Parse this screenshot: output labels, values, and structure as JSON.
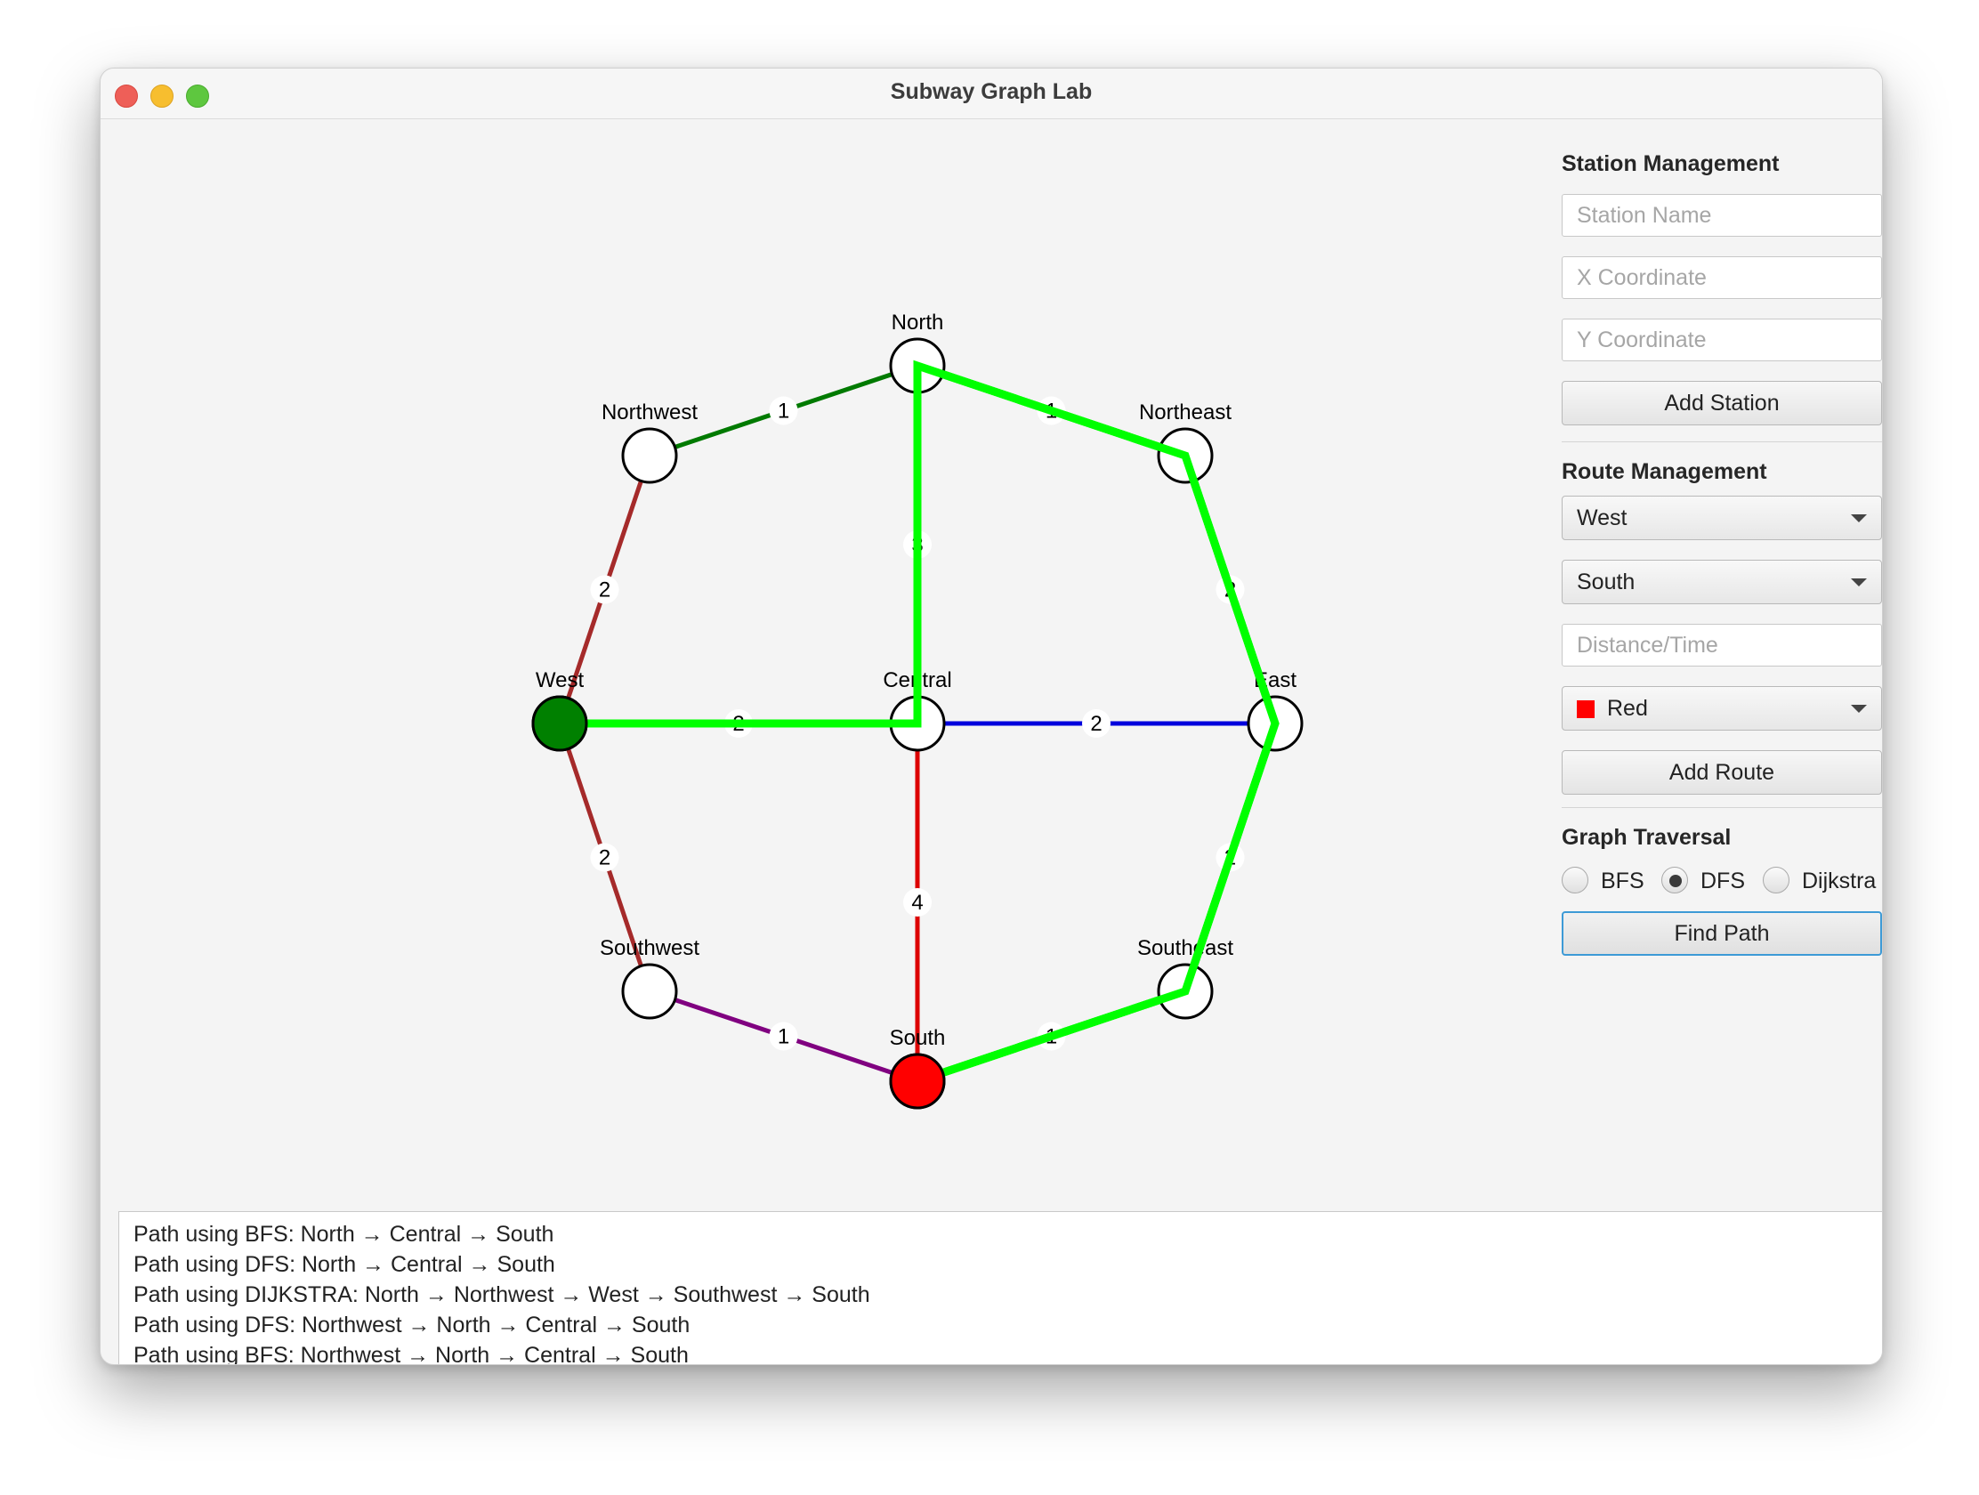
{
  "window": {
    "title": "Subway Graph Lab"
  },
  "graph": {
    "stations": [
      {
        "id": "north",
        "name": "North",
        "fill": "#ffffff"
      },
      {
        "id": "northwest",
        "name": "Northwest",
        "fill": "#ffffff"
      },
      {
        "id": "northeast",
        "name": "Northeast",
        "fill": "#ffffff"
      },
      {
        "id": "west",
        "name": "West",
        "fill": "#008000"
      },
      {
        "id": "central",
        "name": "Central",
        "fill": "#ffffff"
      },
      {
        "id": "east",
        "name": "East",
        "fill": "#ffffff"
      },
      {
        "id": "southwest",
        "name": "Southwest",
        "fill": "#ffffff"
      },
      {
        "id": "southeast",
        "name": "Southeast",
        "fill": "#ffffff"
      },
      {
        "id": "south",
        "name": "South",
        "fill": "#ff0000"
      }
    ],
    "routes": [
      {
        "from": "northwest",
        "to": "north",
        "weight": "1",
        "color": "#007a00"
      },
      {
        "from": "north",
        "to": "northeast",
        "weight": "1",
        "color": "#007a00"
      },
      {
        "from": "north",
        "to": "central",
        "weight": "3",
        "color": "#007a00"
      },
      {
        "from": "northwest",
        "to": "west",
        "weight": "2",
        "color": "#a52a2a"
      },
      {
        "from": "west",
        "to": "southwest",
        "weight": "2",
        "color": "#a52a2a"
      },
      {
        "from": "northeast",
        "to": "east",
        "weight": "2",
        "color": "#007a00"
      },
      {
        "from": "east",
        "to": "southeast",
        "weight": "2",
        "color": "#007a00"
      },
      {
        "from": "west",
        "to": "central",
        "weight": "2",
        "color": "#a52a2a"
      },
      {
        "from": "central",
        "to": "east",
        "weight": "2",
        "color": "#0000dd"
      },
      {
        "from": "central",
        "to": "south",
        "weight": "4",
        "color": "#dd0000"
      },
      {
        "from": "southwest",
        "to": "south",
        "weight": "1",
        "color": "#800080"
      },
      {
        "from": "southeast",
        "to": "south",
        "weight": "1",
        "color": "#007a00"
      }
    ],
    "highlight_path": [
      "west",
      "central",
      "north",
      "northeast",
      "east",
      "southeast",
      "south"
    ],
    "highlight_color": "#00ff00"
  },
  "panel": {
    "station_title": "Station Management",
    "station_name_placeholder": "Station Name",
    "x_placeholder": "X Coordinate",
    "y_placeholder": "Y Coordinate",
    "add_station": "Add Station",
    "route_title": "Route Management",
    "from_station": "West",
    "to_station": "South",
    "distance_placeholder": "Distance/Time",
    "line_color": "Red",
    "line_color_hex": "#ff0000",
    "add_route": "Add Route",
    "traversal_title": "Graph Traversal",
    "radios": [
      {
        "label": "BFS",
        "selected": false
      },
      {
        "label": "DFS",
        "selected": true
      },
      {
        "label": "Dijkstra",
        "selected": false
      }
    ],
    "find_path": "Find Path"
  },
  "log": [
    "Path using BFS: North → Central → South",
    "Path using DFS: North → Central → South",
    "Path using DIJKSTRA: North → Northwest → West → Southwest → South",
    "Path using DFS: Northwest → North → Central → South",
    "Path using BFS: Northwest → North → Central → South"
  ]
}
